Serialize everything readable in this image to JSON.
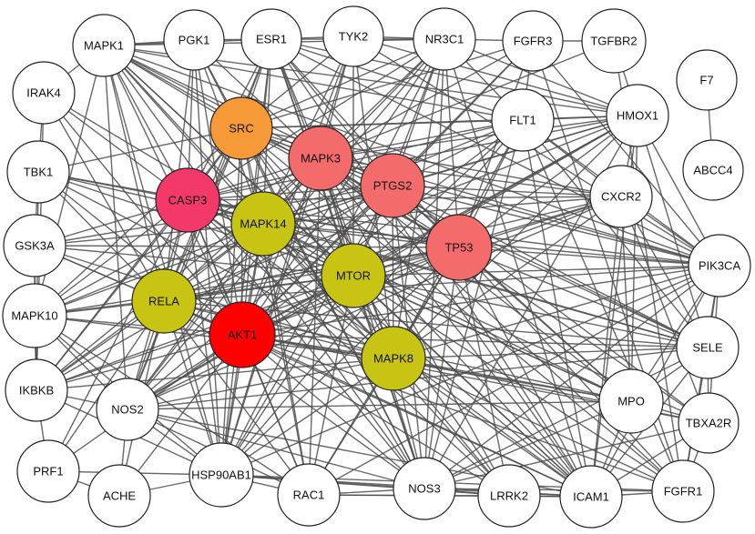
{
  "colors": {
    "default": "#ffffff",
    "akt1": "#ff0000",
    "casp3": "#f2396a",
    "salmon": "#f46b6b",
    "src": "#f59a37",
    "olive": "#c8c414"
  },
  "nodes": [
    {
      "id": "MAPK1",
      "color": "default"
    },
    {
      "id": "PGK1",
      "color": "default"
    },
    {
      "id": "ESR1",
      "color": "default"
    },
    {
      "id": "TYK2",
      "color": "default"
    },
    {
      "id": "NR3C1",
      "color": "default"
    },
    {
      "id": "FGFR3",
      "color": "default"
    },
    {
      "id": "TGFBR2",
      "color": "default"
    },
    {
      "id": "F7",
      "color": "default"
    },
    {
      "id": "IRAK4",
      "color": "default"
    },
    {
      "id": "HMOX1",
      "color": "default"
    },
    {
      "id": "FLT1",
      "color": "default"
    },
    {
      "id": "ABCC4",
      "color": "default"
    },
    {
      "id": "SRC",
      "color": "src"
    },
    {
      "id": "TBK1",
      "color": "default"
    },
    {
      "id": "MAPK3",
      "color": "salmon"
    },
    {
      "id": "PTGS2",
      "color": "salmon"
    },
    {
      "id": "CXCR2",
      "color": "default"
    },
    {
      "id": "CASP3",
      "color": "casp3"
    },
    {
      "id": "MAPK14",
      "color": "olive"
    },
    {
      "id": "GSK3A",
      "color": "default"
    },
    {
      "id": "TP53",
      "color": "salmon"
    },
    {
      "id": "PIK3CA",
      "color": "default"
    },
    {
      "id": "MTOR",
      "color": "olive"
    },
    {
      "id": "RELA",
      "color": "olive"
    },
    {
      "id": "MAPK10",
      "color": "default"
    },
    {
      "id": "AKT1",
      "color": "akt1"
    },
    {
      "id": "SELE",
      "color": "default"
    },
    {
      "id": "MAPK8",
      "color": "olive"
    },
    {
      "id": "IKBKB",
      "color": "default"
    },
    {
      "id": "NOS2",
      "color": "default"
    },
    {
      "id": "MPO",
      "color": "default"
    },
    {
      "id": "TBXA2R",
      "color": "default"
    },
    {
      "id": "PRF1",
      "color": "default"
    },
    {
      "id": "ACHE",
      "color": "default"
    },
    {
      "id": "HSP90AB1",
      "color": "default"
    },
    {
      "id": "RAC1",
      "color": "default"
    },
    {
      "id": "NOS3",
      "color": "default"
    },
    {
      "id": "LRRK2",
      "color": "default"
    },
    {
      "id": "ICAM1",
      "color": "default"
    },
    {
      "id": "FGFR1",
      "color": "default"
    }
  ],
  "edges": [
    [
      "F7",
      "ABCC4"
    ],
    [
      "AKT1",
      "MAPK1"
    ],
    [
      "AKT1",
      "PGK1"
    ],
    [
      "AKT1",
      "ESR1"
    ],
    [
      "AKT1",
      "TYK2"
    ],
    [
      "AKT1",
      "NR3C1"
    ],
    [
      "AKT1",
      "FGFR3"
    ],
    [
      "AKT1",
      "IRAK4"
    ],
    [
      "AKT1",
      "HMOX1"
    ],
    [
      "AKT1",
      "FLT1"
    ],
    [
      "AKT1",
      "SRC"
    ],
    [
      "AKT1",
      "TBK1"
    ],
    [
      "AKT1",
      "MAPK3"
    ],
    [
      "AKT1",
      "PTGS2"
    ],
    [
      "AKT1",
      "CXCR2"
    ],
    [
      "AKT1",
      "CASP3"
    ],
    [
      "AKT1",
      "MAPK14"
    ],
    [
      "AKT1",
      "GSK3A"
    ],
    [
      "AKT1",
      "TP53"
    ],
    [
      "AKT1",
      "PIK3CA"
    ],
    [
      "AKT1",
      "MTOR"
    ],
    [
      "AKT1",
      "RELA"
    ],
    [
      "AKT1",
      "MAPK10"
    ],
    [
      "AKT1",
      "SELE"
    ],
    [
      "AKT1",
      "MAPK8"
    ],
    [
      "AKT1",
      "IKBKB"
    ],
    [
      "AKT1",
      "NOS2"
    ],
    [
      "AKT1",
      "MPO"
    ],
    [
      "AKT1",
      "PRF1"
    ],
    [
      "AKT1",
      "ACHE"
    ],
    [
      "AKT1",
      "HSP90AB1"
    ],
    [
      "AKT1",
      "RAC1"
    ],
    [
      "AKT1",
      "NOS3"
    ],
    [
      "AKT1",
      "LRRK2"
    ],
    [
      "AKT1",
      "ICAM1"
    ],
    [
      "AKT1",
      "FGFR1"
    ],
    [
      "AKT1",
      "TBXA2R"
    ],
    [
      "CASP3",
      "MAPK1"
    ],
    [
      "CASP3",
      "PGK1"
    ],
    [
      "CASP3",
      "ESR1"
    ],
    [
      "CASP3",
      "NR3C1"
    ],
    [
      "CASP3",
      "IRAK4"
    ],
    [
      "CASP3",
      "HMOX1"
    ],
    [
      "CASP3",
      "FLT1"
    ],
    [
      "CASP3",
      "SRC"
    ],
    [
      "CASP3",
      "TBK1"
    ],
    [
      "CASP3",
      "MAPK3"
    ],
    [
      "CASP3",
      "PTGS2"
    ],
    [
      "CASP3",
      "CXCR2"
    ],
    [
      "CASP3",
      "MAPK14"
    ],
    [
      "CASP3",
      "GSK3A"
    ],
    [
      "CASP3",
      "TP53"
    ],
    [
      "CASP3",
      "PIK3CA"
    ],
    [
      "CASP3",
      "MTOR"
    ],
    [
      "CASP3",
      "RELA"
    ],
    [
      "CASP3",
      "MAPK10"
    ],
    [
      "CASP3",
      "SELE"
    ],
    [
      "CASP3",
      "MAPK8"
    ],
    [
      "CASP3",
      "IKBKB"
    ],
    [
      "CASP3",
      "NOS2"
    ],
    [
      "CASP3",
      "MPO"
    ],
    [
      "CASP3",
      "PRF1"
    ],
    [
      "CASP3",
      "HSP90AB1"
    ],
    [
      "CASP3",
      "RAC1"
    ],
    [
      "CASP3",
      "NOS3"
    ],
    [
      "CASP3",
      "LRRK2"
    ],
    [
      "CASP3",
      "ICAM1"
    ],
    [
      "MAPK3",
      "MAPK1"
    ],
    [
      "MAPK3",
      "PGK1"
    ],
    [
      "MAPK3",
      "ESR1"
    ],
    [
      "MAPK3",
      "TYK2"
    ],
    [
      "MAPK3",
      "NR3C1"
    ],
    [
      "MAPK3",
      "FGFR3"
    ],
    [
      "MAPK3",
      "TGFBR2"
    ],
    [
      "MAPK3",
      "HMOX1"
    ],
    [
      "MAPK3",
      "FLT1"
    ],
    [
      "MAPK3",
      "SRC"
    ],
    [
      "MAPK3",
      "PTGS2"
    ],
    [
      "MAPK3",
      "CXCR2"
    ],
    [
      "MAPK3",
      "MAPK14"
    ],
    [
      "MAPK3",
      "TP53"
    ],
    [
      "MAPK3",
      "PIK3CA"
    ],
    [
      "MAPK3",
      "MTOR"
    ],
    [
      "MAPK3",
      "RELA"
    ],
    [
      "MAPK3",
      "MAPK10"
    ],
    [
      "MAPK3",
      "SELE"
    ],
    [
      "MAPK3",
      "MAPK8"
    ],
    [
      "MAPK3",
      "IKBKB"
    ],
    [
      "MAPK3",
      "NOS2"
    ],
    [
      "MAPK3",
      "MPO"
    ],
    [
      "MAPK3",
      "HSP90AB1"
    ],
    [
      "MAPK3",
      "RAC1"
    ],
    [
      "MAPK3",
      "NOS3"
    ],
    [
      "MAPK3",
      "LRRK2"
    ],
    [
      "MAPK3",
      "ICAM1"
    ],
    [
      "MAPK3",
      "FGFR1"
    ],
    [
      "MAPK3",
      "TBXA2R"
    ],
    [
      "PTGS2",
      "MAPK1"
    ],
    [
      "PTGS2",
      "ESR1"
    ],
    [
      "PTGS2",
      "NR3C1"
    ],
    [
      "PTGS2",
      "FGFR3"
    ],
    [
      "PTGS2",
      "HMOX1"
    ],
    [
      "PTGS2",
      "FLT1"
    ],
    [
      "PTGS2",
      "SRC"
    ],
    [
      "PTGS2",
      "CXCR2"
    ],
    [
      "PTGS2",
      "MAPK14"
    ],
    [
      "PTGS2",
      "TP53"
    ],
    [
      "PTGS2",
      "PIK3CA"
    ],
    [
      "PTGS2",
      "MTOR"
    ],
    [
      "PTGS2",
      "RELA"
    ],
    [
      "PTGS2",
      "MAPK10"
    ],
    [
      "PTGS2",
      "SELE"
    ],
    [
      "PTGS2",
      "MAPK8"
    ],
    [
      "PTGS2",
      "IKBKB"
    ],
    [
      "PTGS2",
      "NOS2"
    ],
    [
      "PTGS2",
      "MPO"
    ],
    [
      "PTGS2",
      "HSP90AB1"
    ],
    [
      "PTGS2",
      "NOS3"
    ],
    [
      "PTGS2",
      "ICAM1"
    ],
    [
      "PTGS2",
      "TBXA2R"
    ],
    [
      "PTGS2",
      "GSK3A"
    ],
    [
      "TP53",
      "MAPK1"
    ],
    [
      "TP53",
      "ESR1"
    ],
    [
      "TP53",
      "NR3C1"
    ],
    [
      "TP53",
      "FGFR3"
    ],
    [
      "TP53",
      "HMOX1"
    ],
    [
      "TP53",
      "FLT1"
    ],
    [
      "TP53",
      "SRC"
    ],
    [
      "TP53",
      "CXCR2"
    ],
    [
      "TP53",
      "MAPK14"
    ],
    [
      "TP53",
      "PIK3CA"
    ],
    [
      "TP53",
      "MTOR"
    ],
    [
      "TP53",
      "RELA"
    ],
    [
      "TP53",
      "MAPK10"
    ],
    [
      "TP53",
      "SELE"
    ],
    [
      "TP53",
      "MAPK8"
    ],
    [
      "TP53",
      "IKBKB"
    ],
    [
      "TP53",
      "NOS2"
    ],
    [
      "TP53",
      "MPO"
    ],
    [
      "TP53",
      "HSP90AB1"
    ],
    [
      "TP53",
      "RAC1"
    ],
    [
      "TP53",
      "NOS3"
    ],
    [
      "TP53",
      "LRRK2"
    ],
    [
      "TP53",
      "ICAM1"
    ],
    [
      "TP53",
      "FGFR1"
    ],
    [
      "TP53",
      "GSK3A"
    ],
    [
      "TP53",
      "TBK1"
    ],
    [
      "SRC",
      "MAPK1"
    ],
    [
      "SRC",
      "PGK1"
    ],
    [
      "SRC",
      "ESR1"
    ],
    [
      "SRC",
      "TYK2"
    ],
    [
      "SRC",
      "NR3C1"
    ],
    [
      "SRC",
      "FGFR3"
    ],
    [
      "SRC",
      "HMOX1"
    ],
    [
      "SRC",
      "FLT1"
    ],
    [
      "SRC",
      "MAPK14"
    ],
    [
      "SRC",
      "PIK3CA"
    ],
    [
      "SRC",
      "MTOR"
    ],
    [
      "SRC",
      "RELA"
    ],
    [
      "SRC",
      "MAPK10"
    ],
    [
      "SRC",
      "MAPK8"
    ],
    [
      "SRC",
      "IKBKB"
    ],
    [
      "SRC",
      "NOS2"
    ],
    [
      "SRC",
      "HSP90AB1"
    ],
    [
      "SRC",
      "RAC1"
    ],
    [
      "SRC",
      "NOS3"
    ],
    [
      "SRC",
      "ICAM1"
    ],
    [
      "SRC",
      "FGFR1"
    ],
    [
      "SRC",
      "CXCR2"
    ],
    [
      "SRC",
      "TBK1"
    ],
    [
      "SRC",
      "SELE"
    ],
    [
      "MAPK14",
      "MAPK1"
    ],
    [
      "MAPK14",
      "PGK1"
    ],
    [
      "MAPK14",
      "ESR1"
    ],
    [
      "MAPK14",
      "TYK2"
    ],
    [
      "MAPK14",
      "NR3C1"
    ],
    [
      "MAPK14",
      "IRAK4"
    ],
    [
      "MAPK14",
      "HMOX1"
    ],
    [
      "MAPK14",
      "FLT1"
    ],
    [
      "MAPK14",
      "TBK1"
    ],
    [
      "MAPK14",
      "CXCR2"
    ],
    [
      "MAPK14",
      "GSK3A"
    ],
    [
      "MAPK14",
      "PIK3CA"
    ],
    [
      "MAPK14",
      "MTOR"
    ],
    [
      "MAPK14",
      "RELA"
    ],
    [
      "MAPK14",
      "MAPK10"
    ],
    [
      "MAPK14",
      "SELE"
    ],
    [
      "MAPK14",
      "MAPK8"
    ],
    [
      "MAPK14",
      "IKBKB"
    ],
    [
      "MAPK14",
      "NOS2"
    ],
    [
      "MAPK14",
      "MPO"
    ],
    [
      "MAPK14",
      "HSP90AB1"
    ],
    [
      "MAPK14",
      "RAC1"
    ],
    [
      "MAPK14",
      "NOS3"
    ],
    [
      "MAPK14",
      "LRRK2"
    ],
    [
      "MAPK14",
      "ICAM1"
    ],
    [
      "MAPK14",
      "TBXA2R"
    ],
    [
      "MTOR",
      "MAPK1"
    ],
    [
      "MTOR",
      "ESR1"
    ],
    [
      "MTOR",
      "TYK2"
    ],
    [
      "MTOR",
      "NR3C1"
    ],
    [
      "MTOR",
      "HMOX1"
    ],
    [
      "MTOR",
      "FLT1"
    ],
    [
      "MTOR",
      "CXCR2"
    ],
    [
      "MTOR",
      "PIK3CA"
    ],
    [
      "MTOR",
      "RELA"
    ],
    [
      "MTOR",
      "MAPK10"
    ],
    [
      "MTOR",
      "SELE"
    ],
    [
      "MTOR",
      "MAPK8"
    ],
    [
      "MTOR",
      "IKBKB"
    ],
    [
      "MTOR",
      "NOS2"
    ],
    [
      "MTOR",
      "MPO"
    ],
    [
      "MTOR",
      "HSP90AB1"
    ],
    [
      "MTOR",
      "RAC1"
    ],
    [
      "MTOR",
      "NOS3"
    ],
    [
      "MTOR",
      "LRRK2"
    ],
    [
      "MTOR",
      "ICAM1"
    ],
    [
      "MTOR",
      "FGFR1"
    ],
    [
      "MTOR",
      "TBK1"
    ],
    [
      "MTOR",
      "GSK3A"
    ],
    [
      "RELA",
      "MAPK1"
    ],
    [
      "RELA",
      "PGK1"
    ],
    [
      "RELA",
      "ESR1"
    ],
    [
      "RELA",
      "IRAK4"
    ],
    [
      "RELA",
      "TBK1"
    ],
    [
      "RELA",
      "GSK3A"
    ],
    [
      "RELA",
      "MAPK10"
    ],
    [
      "RELA",
      "MAPK8"
    ],
    [
      "RELA",
      "IKBKB"
    ],
    [
      "RELA",
      "NOS2"
    ],
    [
      "RELA",
      "PRF1"
    ],
    [
      "RELA",
      "ACHE"
    ],
    [
      "RELA",
      "HSP90AB1"
    ],
    [
      "RELA",
      "RAC1"
    ],
    [
      "RELA",
      "NOS3"
    ],
    [
      "RELA",
      "ICAM1"
    ],
    [
      "RELA",
      "SELE"
    ],
    [
      "RELA",
      "PIK3CA"
    ],
    [
      "RELA",
      "HMOX1"
    ],
    [
      "RELA",
      "CXCR2"
    ],
    [
      "RELA",
      "MPO"
    ],
    [
      "MAPK8",
      "MAPK1"
    ],
    [
      "MAPK8",
      "ESR1"
    ],
    [
      "MAPK8",
      "TYK2"
    ],
    [
      "MAPK8",
      "NR3C1"
    ],
    [
      "MAPK8",
      "HMOX1"
    ],
    [
      "MAPK8",
      "FLT1"
    ],
    [
      "MAPK8",
      "CXCR2"
    ],
    [
      "MAPK8",
      "PIK3CA"
    ],
    [
      "MAPK8",
      "MAPK10"
    ],
    [
      "MAPK8",
      "SELE"
    ],
    [
      "MAPK8",
      "IKBKB"
    ],
    [
      "MAPK8",
      "NOS2"
    ],
    [
      "MAPK8",
      "MPO"
    ],
    [
      "MAPK8",
      "HSP90AB1"
    ],
    [
      "MAPK8",
      "RAC1"
    ],
    [
      "MAPK8",
      "NOS3"
    ],
    [
      "MAPK8",
      "LRRK2"
    ],
    [
      "MAPK8",
      "ICAM1"
    ],
    [
      "MAPK8",
      "FGFR1"
    ],
    [
      "MAPK8",
      "TBXA2R"
    ],
    [
      "MAPK8",
      "TBK1"
    ],
    [
      "MAPK8",
      "GSK3A"
    ],
    [
      "MAPK1",
      "PGK1"
    ],
    [
      "MAPK1",
      "ESR1"
    ],
    [
      "MAPK1",
      "NR3C1"
    ],
    [
      "MAPK1",
      "HMOX1"
    ],
    [
      "MAPK1",
      "FLT1"
    ],
    [
      "MAPK1",
      "MAPK10"
    ],
    [
      "MAPK1",
      "NOS2"
    ],
    [
      "MAPK1",
      "NOS3"
    ],
    [
      "MAPK1",
      "ICAM1"
    ],
    [
      "MAPK1",
      "HSP90AB1"
    ],
    [
      "MAPK1",
      "PIK3CA"
    ],
    [
      "MAPK1",
      "IRAK4"
    ],
    [
      "PGK1",
      "ESR1"
    ],
    [
      "PGK1",
      "HSP90AB1"
    ],
    [
      "PGK1",
      "NOS3"
    ],
    [
      "ESR1",
      "TYK2"
    ],
    [
      "ESR1",
      "NR3C1"
    ],
    [
      "ESR1",
      "HMOX1"
    ],
    [
      "ESR1",
      "FLT1"
    ],
    [
      "ESR1",
      "NOS3"
    ],
    [
      "ESR1",
      "ICAM1"
    ],
    [
      "ESR1",
      "HSP90AB1"
    ],
    [
      "ESR1",
      "NOS2"
    ],
    [
      "ESR1",
      "PIK3CA"
    ],
    [
      "TYK2",
      "NR3C1"
    ],
    [
      "TYK2",
      "HMOX1"
    ],
    [
      "TYK2",
      "PIK3CA"
    ],
    [
      "TYK2",
      "HSP90AB1"
    ],
    [
      "NR3C1",
      "FGFR3"
    ],
    [
      "NR3C1",
      "HMOX1"
    ],
    [
      "NR3C1",
      "FLT1"
    ],
    [
      "NR3C1",
      "NOS3"
    ],
    [
      "NR3C1",
      "ICAM1"
    ],
    [
      "NR3C1",
      "HSP90AB1"
    ],
    [
      "NR3C1",
      "NOS2"
    ],
    [
      "FGFR3",
      "TGFBR2"
    ],
    [
      "FGFR3",
      "FLT1"
    ],
    [
      "FGFR3",
      "FGFR1"
    ],
    [
      "FGFR3",
      "PIK3CA"
    ],
    [
      "TGFBR2",
      "HMOX1"
    ],
    [
      "TGFBR2",
      "FGFR1"
    ],
    [
      "HMOX1",
      "FLT1"
    ],
    [
      "HMOX1",
      "CXCR2"
    ],
    [
      "HMOX1",
      "SELE"
    ],
    [
      "HMOX1",
      "MPO"
    ],
    [
      "HMOX1",
      "NOS3"
    ],
    [
      "HMOX1",
      "ICAM1"
    ],
    [
      "HMOX1",
      "NOS2"
    ],
    [
      "HMOX1",
      "PIK3CA"
    ],
    [
      "FLT1",
      "CXCR2"
    ],
    [
      "FLT1",
      "PIK3CA"
    ],
    [
      "FLT1",
      "SELE"
    ],
    [
      "FLT1",
      "NOS3"
    ],
    [
      "FLT1",
      "ICAM1"
    ],
    [
      "FLT1",
      "FGFR1"
    ],
    [
      "FLT1",
      "HSP90AB1"
    ],
    [
      "CXCR2",
      "PIK3CA"
    ],
    [
      "CXCR2",
      "SELE"
    ],
    [
      "CXCR2",
      "MPO"
    ],
    [
      "CXCR2",
      "ICAM1"
    ],
    [
      "CXCR2",
      "TBXA2R"
    ],
    [
      "CXCR2",
      "NOS2"
    ],
    [
      "PIK3CA",
      "SELE"
    ],
    [
      "PIK3CA",
      "MPO"
    ],
    [
      "PIK3CA",
      "NOS3"
    ],
    [
      "PIK3CA",
      "ICAM1"
    ],
    [
      "PIK3CA",
      "FGFR1"
    ],
    [
      "PIK3CA",
      "HSP90AB1"
    ],
    [
      "PIK3CA",
      "RAC1"
    ],
    [
      "PIK3CA",
      "TBXA2R"
    ],
    [
      "SELE",
      "MPO"
    ],
    [
      "SELE",
      "ICAM1"
    ],
    [
      "SELE",
      "TBXA2R"
    ],
    [
      "SELE",
      "NOS3"
    ],
    [
      "SELE",
      "NOS2"
    ],
    [
      "SELE",
      "FGFR1"
    ],
    [
      "MPO",
      "ICAM1"
    ],
    [
      "MPO",
      "NOS3"
    ],
    [
      "MPO",
      "NOS2"
    ],
    [
      "MPO",
      "TBXA2R"
    ],
    [
      "TBXA2R",
      "NOS3"
    ],
    [
      "TBXA2R",
      "ICAM1"
    ],
    [
      "TBXA2R",
      "FGFR1"
    ],
    [
      "IRAK4",
      "TBK1"
    ],
    [
      "IRAK4",
      "IKBKB"
    ],
    [
      "TBK1",
      "GSK3A"
    ],
    [
      "TBK1",
      "IKBKB"
    ],
    [
      "GSK3A",
      "MAPK10"
    ],
    [
      "GSK3A",
      "IKBKB"
    ],
    [
      "MAPK10",
      "IKBKB"
    ],
    [
      "MAPK10",
      "NOS2"
    ],
    [
      "MAPK10",
      "HSP90AB1"
    ],
    [
      "MAPK10",
      "RAC1"
    ],
    [
      "IKBKB",
      "NOS2"
    ],
    [
      "IKBKB",
      "HSP90AB1"
    ],
    [
      "IKBKB",
      "PRF1"
    ],
    [
      "NOS2",
      "ACHE"
    ],
    [
      "NOS2",
      "HSP90AB1"
    ],
    [
      "NOS2",
      "RAC1"
    ],
    [
      "NOS2",
      "NOS3"
    ],
    [
      "NOS2",
      "ICAM1"
    ],
    [
      "PRF1",
      "ACHE"
    ],
    [
      "PRF1",
      "HSP90AB1"
    ],
    [
      "ACHE",
      "HSP90AB1"
    ],
    [
      "HSP90AB1",
      "RAC1"
    ],
    [
      "HSP90AB1",
      "NOS3"
    ],
    [
      "HSP90AB1",
      "LRRK2"
    ],
    [
      "HSP90AB1",
      "ICAM1"
    ],
    [
      "HSP90AB1",
      "FGFR1"
    ],
    [
      "RAC1",
      "NOS3"
    ],
    [
      "RAC1",
      "LRRK2"
    ],
    [
      "RAC1",
      "ICAM1"
    ],
    [
      "NOS3",
      "LRRK2"
    ],
    [
      "NOS3",
      "ICAM1"
    ],
    [
      "NOS3",
      "FGFR1"
    ],
    [
      "LRRK2",
      "ICAM1"
    ],
    [
      "ICAM1",
      "FGFR1"
    ]
  ]
}
